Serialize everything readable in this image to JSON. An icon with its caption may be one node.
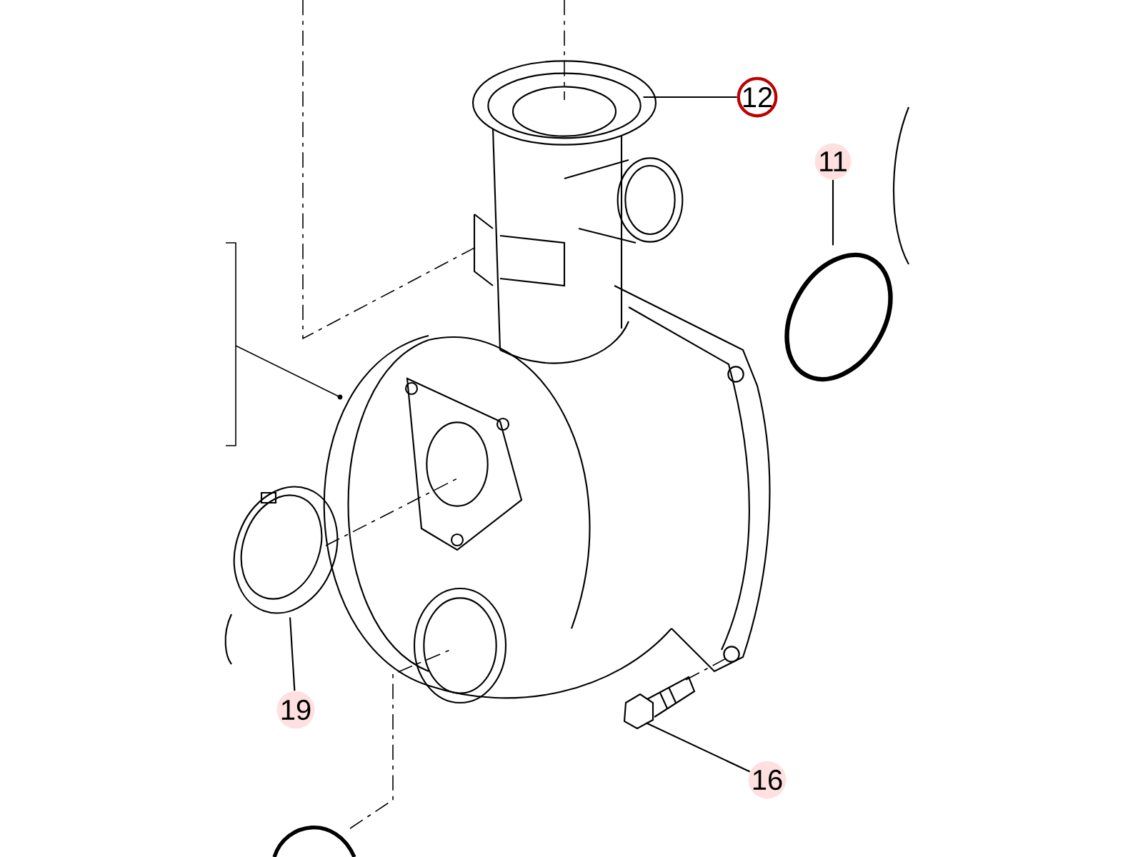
{
  "diagram": {
    "nodes": [
      {
        "text": [
          "12"
        ]
      },
      {
        "text": [
          "11"
        ]
      },
      {
        "text": [
          "19"
        ]
      },
      {
        "text": [
          "16"
        ]
      },
      {
        "text": [],
        "shape": "picture"
      },
      {
        "text": [],
        "shape": "picture"
      },
      {
        "text": [],
        "shape": "picture"
      },
      {
        "text": [],
        "shape": "picture"
      },
      {
        "text": [],
        "shape": "picture"
      }
    ],
    "edges": [
      {
        "from": 0,
        "to": 4,
        "arrow": "none"
      },
      {
        "from": 1,
        "to": 5,
        "arrow": "none"
      },
      {
        "from": 2,
        "to": 6,
        "arrow": "none"
      },
      {
        "from": 3,
        "to": 7,
        "arrow": "none"
      },
      {
        "from": 6,
        "to": 4,
        "arrow": "none",
        "style": "dashed"
      },
      {
        "from": 7,
        "to": 4,
        "arrow": "none",
        "style": "dashed"
      },
      {
        "from": 8,
        "to": 4,
        "arrow": "none",
        "style": "dashed"
      }
    ]
  }
}
